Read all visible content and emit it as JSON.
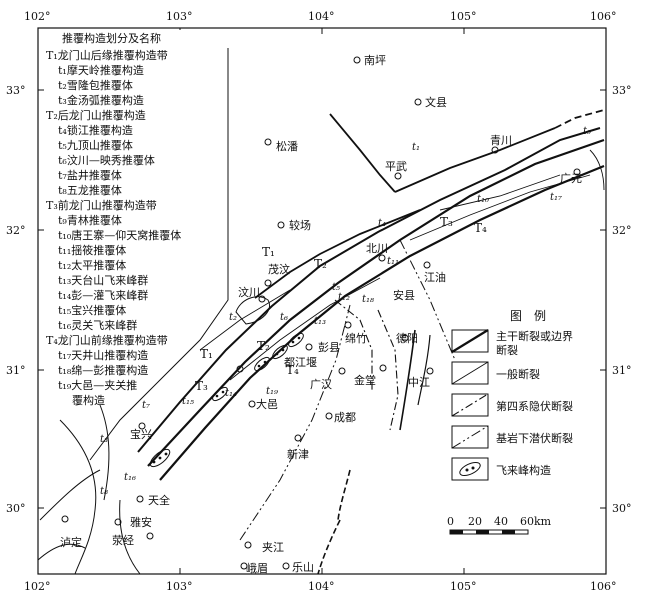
{
  "axes": {
    "top_ticks": [
      "102°",
      "103°",
      "104°",
      "105°",
      "106°"
    ],
    "bottom_ticks": [
      "102°",
      "103°",
      "104°",
      "105°",
      "106°"
    ],
    "left_ticks": [
      "33°",
      "32°",
      "31°",
      "30°"
    ],
    "right_ticks": [
      "33°",
      "32°",
      "31°",
      "30°"
    ]
  },
  "classification": {
    "title": "推覆构造划分及名称",
    "items": [
      "T₁龙门山后缘推覆构造带",
      "t₁摩天岭推覆构造",
      "t₂雪隆包推覆体",
      "t₃金汤弧推覆构造",
      "T₂后龙门山推覆构造",
      "t₄锁江推覆构造",
      "t₅九顶山推覆体",
      "t₆汶川—映秀推覆体",
      "t₇盐井推覆体",
      "t₈五龙推覆体",
      "T₃前龙门山推覆构造带",
      "t₉青林推覆体",
      "t₁₀唐王寨—仰天窝推覆体",
      "t₁₁揺筱推覆体",
      "t₁₂太平推覆体",
      "t₁₃天台山飞来峰群",
      "t₁₄彭—灌飞来峰群",
      "t₁₅宝兴推覆体",
      "t₁₆灵关飞来峰群",
      "T₄龙门山前缘推覆构造带",
      "t₁₇天井山推覆构造",
      "t₁₈绵—彭推覆构造",
      "t₁₉大邑—夹关推",
      "覆构造"
    ]
  },
  "places": {
    "nanping": "南坪",
    "wenxian": "文县",
    "songpan": "松潘",
    "pingwu": "平武",
    "qingchuan": "青川",
    "guangyuan": "广元",
    "jiaochang": "较场",
    "maowen": "茂汶",
    "beichuan": "北川",
    "jiangyou": "江油",
    "anxian": "安县",
    "wenchuan": "汶川",
    "mianzhu": "绵竹",
    "deyang": "德阳",
    "dujiangyan": "都江堰",
    "pengxian": "彭县",
    "guanghan": "广汉",
    "jintang": "金堂",
    "zhongjiang": "中江",
    "dayi": "大邑",
    "chengdu": "成都",
    "baoxing": "宝兴",
    "xinjin": "新津",
    "tianquan": "天全",
    "yaan": "雅安",
    "luding": "泸定",
    "yingjing": "荥经",
    "jiajiang": "夹江",
    "emei": "峨眉",
    "leshan": "乐山"
  },
  "unit_labels": {
    "t1": "t₁",
    "t2": "t₂",
    "t3": "t₃",
    "t4": "t₄",
    "t5": "t₅",
    "t6": "t₆",
    "t7": "t₇",
    "t8": "t₈",
    "t9": "t₉",
    "t10": "t₁₀",
    "t11": "t₁₁",
    "t12": "t₁₂",
    "t13": "t₁₃",
    "t14": "t₁₄",
    "t15": "t₁₅",
    "t16": "t₁₆",
    "t17": "t₁₇",
    "t18": "t₁₈",
    "t19": "t₁₉",
    "T1a": "T₁",
    "T1b": "T₁",
    "T2a": "T₂",
    "T2b": "T₂",
    "T3a": "T₃",
    "T3b": "T₃",
    "T4a": "T₄",
    "T4b": "T₄"
  },
  "legend": {
    "title": "图　例",
    "items": [
      {
        "key": "main",
        "label_1": "主干断裂或边界",
        "label_2": "断裂"
      },
      {
        "key": "general",
        "label_1": "一般断裂",
        "label_2": ""
      },
      {
        "key": "quaternary",
        "label_1": "第四系隐伏断裂",
        "label_2": ""
      },
      {
        "key": "bedrock",
        "label_1": "基岩下潜伏断裂",
        "label_2": ""
      },
      {
        "key": "klippe",
        "label_1": "飞来峰构造",
        "label_2": ""
      }
    ]
  },
  "scale": {
    "ticks": [
      "0",
      "20",
      "40",
      "60km"
    ]
  }
}
